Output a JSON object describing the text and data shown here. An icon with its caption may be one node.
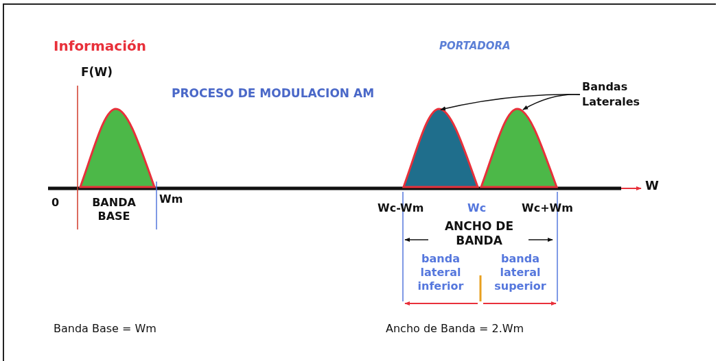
{
  "diagram": {
    "nodes": [
      {
        "text": [],
        "shape": "picture"
      },
      {
        "text": [],
        "shape": "picture"
      },
      {
        "text": [],
        "shape": "picture"
      },
      {
        "text": [
          "Bandas Laterales"
        ]
      }
    ],
    "edges": [
      {
        "from": 3,
        "to": 1,
        "arrow": "to"
      },
      {
        "from": 3,
        "to": 2,
        "arrow": "to"
      }
    ],
    "labels": [
      "Información",
      "PORTADORA",
      "F(W)",
      "PROCESO DE MODULACION AM",
      "0",
      "BANDA BASE",
      "Wm",
      "W",
      "Wc-Wm",
      "Wc",
      "Wc+Wm",
      "ANCHO DE BANDA",
      "banda lateral inferior",
      "banda lateral superior",
      "Banda Base = Wm",
      "Ancho de Banda = 2.Wm"
    ]
  }
}
